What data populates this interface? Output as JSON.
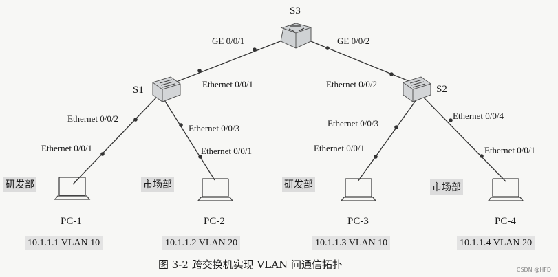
{
  "switches": {
    "s3": {
      "label": "S3"
    },
    "s1": {
      "label": "S1"
    },
    "s2": {
      "label": "S2"
    }
  },
  "ports": {
    "s3_s1": "GE 0/0/1",
    "s3_s2": "GE 0/0/2",
    "s1_up": "Ethernet 0/0/1",
    "s2_up": "Ethernet 0/0/2",
    "s1_pc1": "Ethernet 0/0/2",
    "s1_pc2": "Ethernet 0/0/3",
    "s2_pc3": "Ethernet 0/0/3",
    "s2_pc4": "Ethernet 0/0/4",
    "pc1_port": "Ethernet 0/0/1",
    "pc2_port": "Ethernet 0/0/1",
    "pc3_port": "Ethernet 0/0/1",
    "pc4_port": "Ethernet 0/0/1"
  },
  "pcs": [
    {
      "name": "PC-1",
      "dept": "研发部",
      "addr": "10.1.1.1 VLAN 10"
    },
    {
      "name": "PC-2",
      "dept": "市场部",
      "addr": "10.1.1.2 VLAN 20"
    },
    {
      "name": "PC-3",
      "dept": "研发部",
      "addr": "10.1.1.3 VLAN 10"
    },
    {
      "name": "PC-4",
      "dept": "市场部",
      "addr": "10.1.1.4 VLAN 20"
    }
  ],
  "caption": "图 3-2    跨交换机实现 VLAN 间通信拓扑",
  "watermark": "CSDN @HFD"
}
